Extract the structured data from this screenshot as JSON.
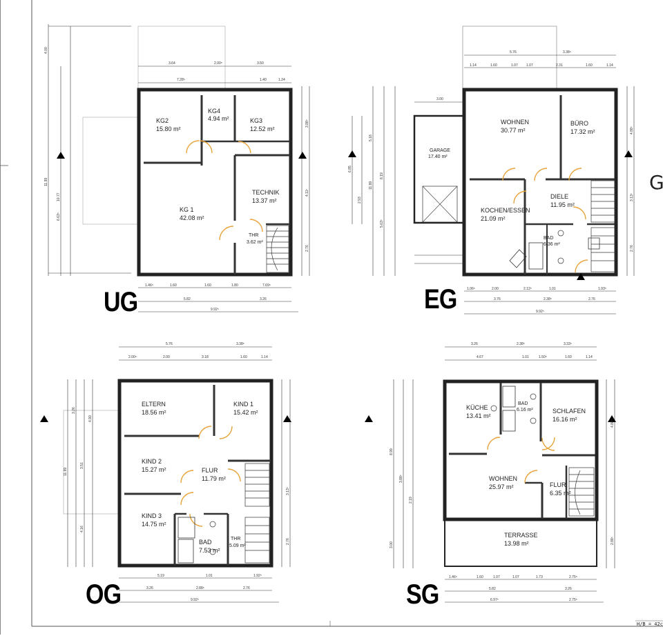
{
  "sheet": {
    "scale_note": "H/B = 42c",
    "side_letter": "G"
  },
  "plans": {
    "ug": {
      "title": "UG",
      "rooms": [
        {
          "name": "KG2",
          "area": "15.80 m²"
        },
        {
          "name": "KG4",
          "area": "4.94 m²"
        },
        {
          "name": "KG3",
          "area": "12.52 m²"
        },
        {
          "name": "TECHNIK",
          "area": "13.37 m²"
        },
        {
          "name": "KG 1",
          "area": "42.08 m²"
        },
        {
          "name": "THR",
          "area": "3.62 m²"
        }
      ],
      "dims_top": [
        "3.64",
        "2.00⁵",
        "3.50",
        "7.28⁵",
        "1.40",
        "1.24"
      ],
      "dims_bottom": [
        "1.46⁵",
        "1.60",
        "1.60",
        "1.80",
        "7.69⁵",
        "5.82",
        "3.26",
        "9.92⁵"
      ],
      "dims_side": [
        "4.00",
        "11.99",
        "10.77",
        "6.63⁵",
        "3.88⁵",
        "4.11⁵",
        "2.76"
      ]
    },
    "eg": {
      "title": "EG",
      "rooms": [
        {
          "name": "WOHNEN",
          "area": "30.77 m²"
        },
        {
          "name": "BÜRO",
          "area": "17.32 m²"
        },
        {
          "name": "GARAGE",
          "area": "17.40 m²"
        },
        {
          "name": "DIELE",
          "area": "11.95 m²"
        },
        {
          "name": "KOCHEN/ESSEN",
          "area": "21.09 m²"
        },
        {
          "name": "BAD",
          "area": "6.36 m²"
        }
      ],
      "dims_top": [
        "5.76",
        "3.38⁵",
        "1.14",
        "1.60",
        "1.07",
        "1.07",
        "2.31",
        "1.60",
        "1.14",
        "3.00"
      ],
      "dims_bottom": [
        "1.06⁵",
        "2.00",
        "2.12⁵",
        "1.01",
        "1.93⁵",
        "3.76",
        "2.38⁵",
        "2.76",
        "9.92⁵"
      ],
      "dims_side": [
        "6.85",
        "5.18",
        "11.99",
        "8.19",
        "2.93",
        "5.63⁵",
        "4.88⁵",
        "3.13⁵",
        "2.76"
      ]
    },
    "og": {
      "title": "OG",
      "rooms": [
        {
          "name": "ELTERN",
          "area": "18.56 m²"
        },
        {
          "name": "KIND 1",
          "area": "15.42 m²"
        },
        {
          "name": "KIND 2",
          "area": "15.27 m²"
        },
        {
          "name": "FLUR",
          "area": "11.79 m²"
        },
        {
          "name": "KIND 3",
          "area": "14.75 m²"
        },
        {
          "name": "BAD",
          "area": "7.53 m²"
        },
        {
          "name": "THR",
          "area": "5.09 m²"
        }
      ],
      "dims_top": [
        "5.76",
        "3.38⁵",
        "2.00⁵",
        "2.00",
        "3.18",
        "1.60",
        "1.14"
      ],
      "dims_bottom": [
        "5.19",
        "1.01",
        "1.92⁵",
        "3.26",
        "2.88⁵",
        "2.76",
        "9.92⁵"
      ],
      "dims_side": [
        "11.99",
        "3.26",
        "3.51",
        "4.16",
        "4.90",
        "3.13⁵",
        "2.76"
      ]
    },
    "sg": {
      "title": "SG",
      "rooms": [
        {
          "name": "KÜCHE",
          "area": "13.41 m²"
        },
        {
          "name": "BAD",
          "area": "6.16 m²"
        },
        {
          "name": "SCHLAFEN",
          "area": "16.16 m²"
        },
        {
          "name": "WOHNEN",
          "area": "25.97 m²"
        },
        {
          "name": "FLUR",
          "area": "6.35 m²"
        },
        {
          "name": "TERRASSE",
          "area": "13.98 m²"
        }
      ],
      "dims_top": [
        "3.26",
        "2.38⁵",
        "3.33⁵",
        "4.67",
        "1.01",
        "1.50⁵",
        "1.60",
        "1.14"
      ],
      "dims_bottom": [
        "1.46⁵",
        "1.60",
        "1.07",
        "1.07",
        "1.73",
        "2.75⁵",
        "5.82",
        "3.26",
        "6.97⁵",
        "2.75⁵"
      ],
      "dims_side": [
        "8.99",
        "3.88⁵",
        "2.19",
        "3.00",
        "4.88⁵",
        "2.88⁵"
      ]
    }
  }
}
